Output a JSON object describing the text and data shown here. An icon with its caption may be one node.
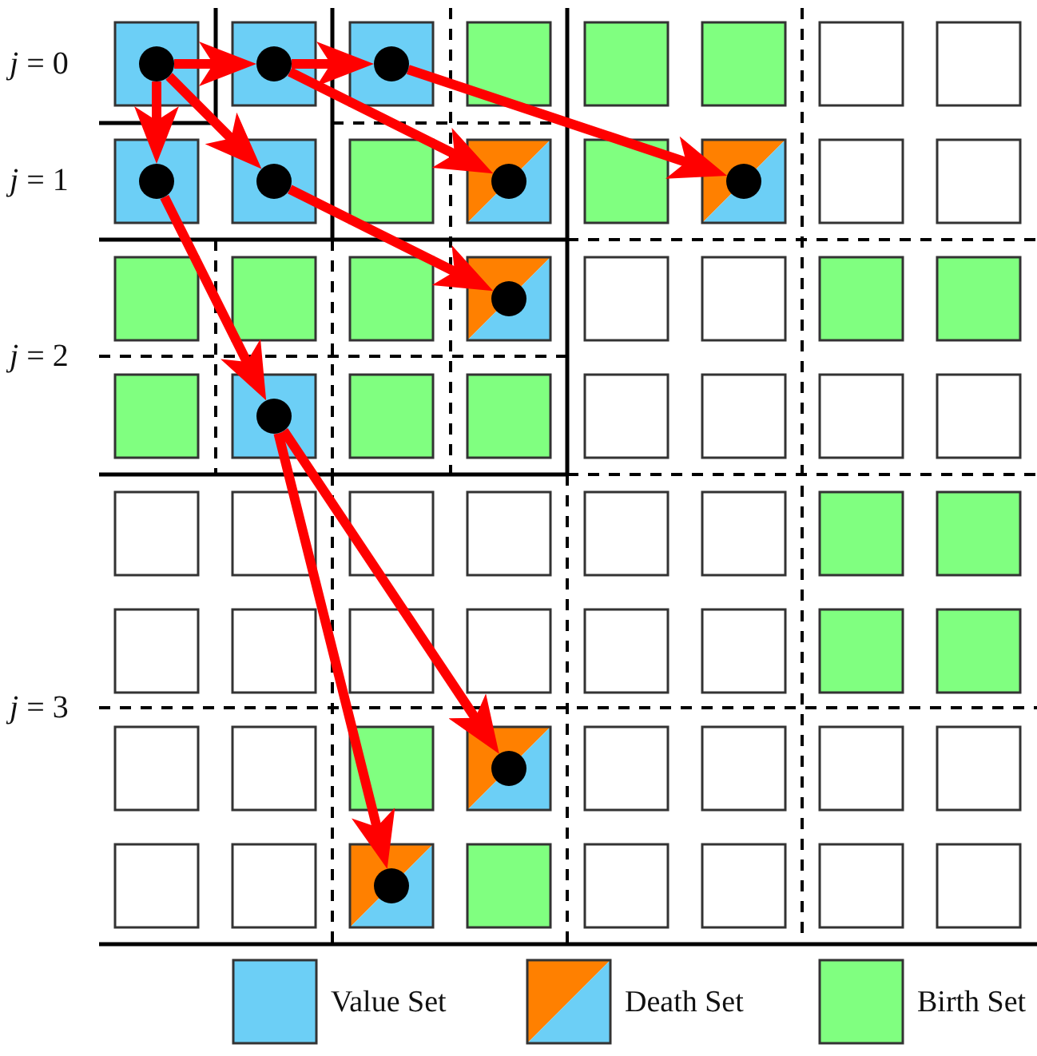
{
  "diagram": {
    "nodes": [
      {
        "text": [],
        "shape": "circle"
      },
      {
        "text": [],
        "shape": "circle"
      },
      {
        "text": [],
        "shape": "circle"
      },
      {
        "text": [],
        "shape": "circle"
      },
      {
        "text": [],
        "shape": "circle"
      },
      {
        "text": [],
        "shape": "circle"
      },
      {
        "text": [],
        "shape": "circle"
      },
      {
        "text": [],
        "shape": "circle"
      },
      {
        "text": [],
        "shape": "circle"
      },
      {
        "text": [],
        "shape": "circle"
      },
      {
        "text": [],
        "shape": "circle"
      }
    ],
    "edges": [
      {
        "from": 0,
        "to": 1,
        "arrow": "to"
      },
      {
        "from": 1,
        "to": 2,
        "arrow": "to"
      },
      {
        "from": 0,
        "to": 3,
        "arrow": "to"
      },
      {
        "from": 0,
        "to": 4,
        "arrow": "to"
      },
      {
        "from": 1,
        "to": 5,
        "arrow": "to"
      },
      {
        "from": 2,
        "to": 6,
        "arrow": "to"
      },
      {
        "from": 4,
        "to": 7,
        "arrow": "to"
      },
      {
        "from": 3,
        "to": 8,
        "arrow": "to"
      },
      {
        "from": 8,
        "to": 9,
        "arrow": "to"
      },
      {
        "from": 8,
        "to": 10,
        "arrow": "to"
      }
    ],
    "labels": [
      "*j* = 0",
      "*j* = 1",
      "*j* = 2",
      "*j* = 3"
    ],
    "legend": [
      {
        "text": "Value Set",
        "color": "#6ccff6"
      },
      {
        "text": "Death Set"
      },
      {
        "text": "Birth Set",
        "color": "#80ff80"
      }
    ]
  }
}
